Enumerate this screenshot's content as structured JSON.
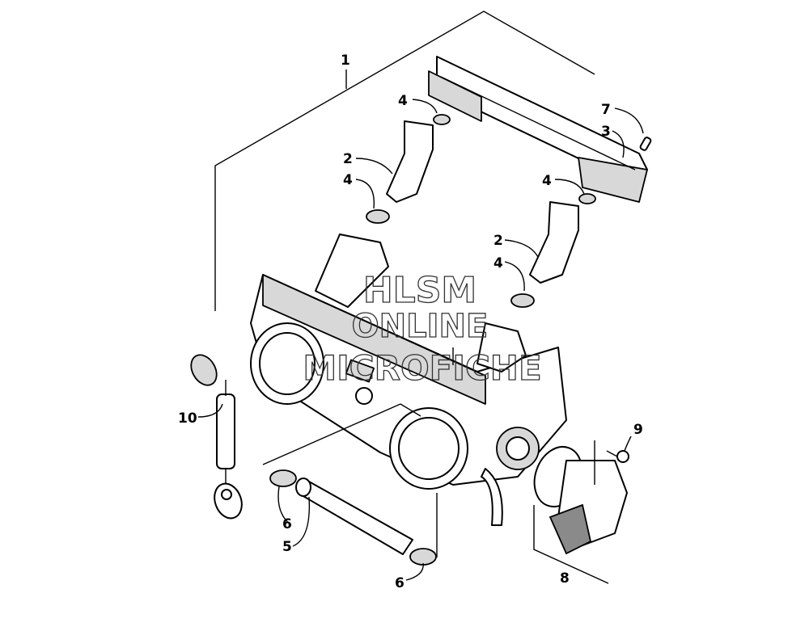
{
  "watermark": {
    "line1": "HLSM",
    "line2": "ONLINE",
    "line3": "MICROFICHE"
  },
  "callouts": {
    "c1": "1",
    "c2a": "2",
    "c2b": "2",
    "c3": "3",
    "c4a": "4",
    "c4b": "4",
    "c4c": "4",
    "c4d": "4",
    "c5": "5",
    "c6a": "6",
    "c6b": "6",
    "c7": "7",
    "c8": "8",
    "c9": "9",
    "c10": "10"
  },
  "colors": {
    "line": "#000000",
    "shade": "#d8d8d8",
    "watermark": "#333333"
  }
}
